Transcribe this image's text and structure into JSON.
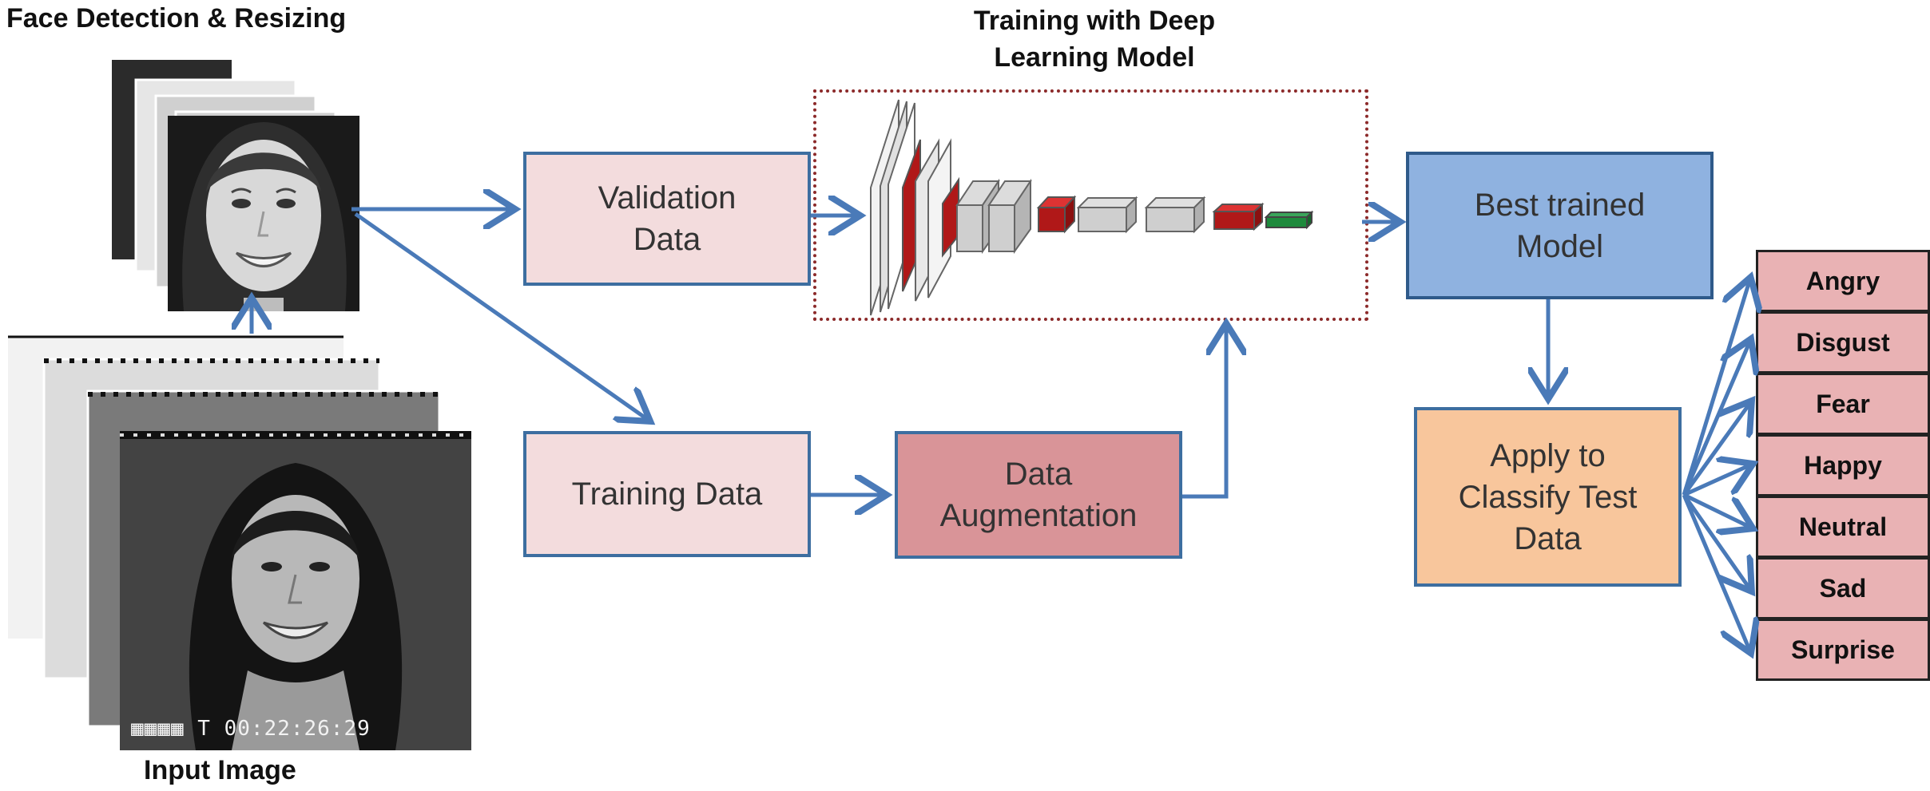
{
  "captions": {
    "face_detection": "Face Detection & Resizing",
    "training_title": "Training with Deep Learning Model",
    "training_title_line1": "Training with Deep",
    "training_title_line2": "Learning Model",
    "input_image": "Input Image"
  },
  "boxes": {
    "validation_line1": "Validation",
    "validation_line2": "Data",
    "training": "Training Data",
    "augmentation_line1": "Data",
    "augmentation_line2": "Augmentation",
    "best_line1": "Best trained",
    "best_line2": "Model",
    "apply_line1": "Apply to",
    "apply_line2": "Classify Test",
    "apply_line3": "Data"
  },
  "emotions": [
    "Angry",
    "Disgust",
    "Fear",
    "Happy",
    "Neutral",
    "Sad",
    "Surprise"
  ],
  "timecode": "00:22:26:29",
  "colors": {
    "arrow": "#4a7ab8",
    "box_border": "#3d6ea0",
    "pink_box": "#f3dcdd",
    "augmentation_box": "#d99498",
    "best_model_box": "#8fb2e0",
    "apply_box": "#f8c69c",
    "emotion_box": "#e9b2b4",
    "cnn_red": "#b01818",
    "cnn_green": "#1e8a3c",
    "dotted_frame": "#8c2a2a"
  }
}
